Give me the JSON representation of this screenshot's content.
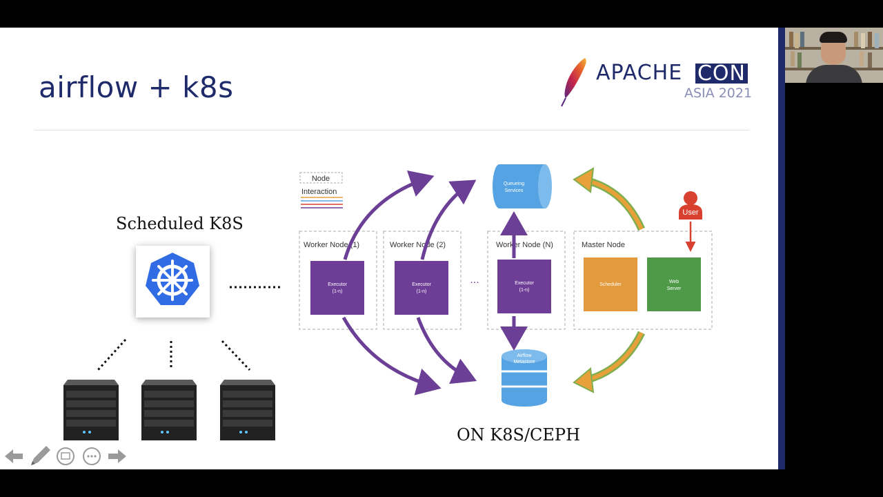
{
  "slide": {
    "title": "airflow + k8s",
    "logo": {
      "apache": "APACHE",
      "con": "CON",
      "event": "ASIA 2021"
    },
    "scheduled_label": "Scheduled K8S",
    "bottom_label": "ON K8S/CEPH"
  },
  "legend": {
    "node": "Node",
    "interaction": "Interaction"
  },
  "nodes": {
    "worker1": "Worker Node (1)",
    "worker2": "Worker Node (2)",
    "workerN": "Worker Node (N)",
    "master": "Master Node",
    "ellipsis": "..."
  },
  "components": {
    "executor": "Executor",
    "executor_range": "(1-n)",
    "scheduler": "Scheduler",
    "webserver_1": "Web",
    "webserver_2": "Server",
    "queue_1": "Queueing",
    "queue_2": "Services",
    "metastore_1": "Airflow",
    "metastore_2": "Metastore",
    "user": "User"
  },
  "colors": {
    "navy": "#1f2a6b",
    "purple": "#6b3f95",
    "executor": "#6e3d96",
    "scheduler": "#e29a3c",
    "webserver": "#4e9a48",
    "blue": "#55a3e2",
    "user": "#d8402f",
    "orange_arrow": "#e8a13a",
    "green_outline": "#7fae4e",
    "k8s_blue": "#326ce5"
  },
  "controls": [
    "previous-icon",
    "pen-icon",
    "slides-icon",
    "more-icon",
    "next-icon"
  ]
}
